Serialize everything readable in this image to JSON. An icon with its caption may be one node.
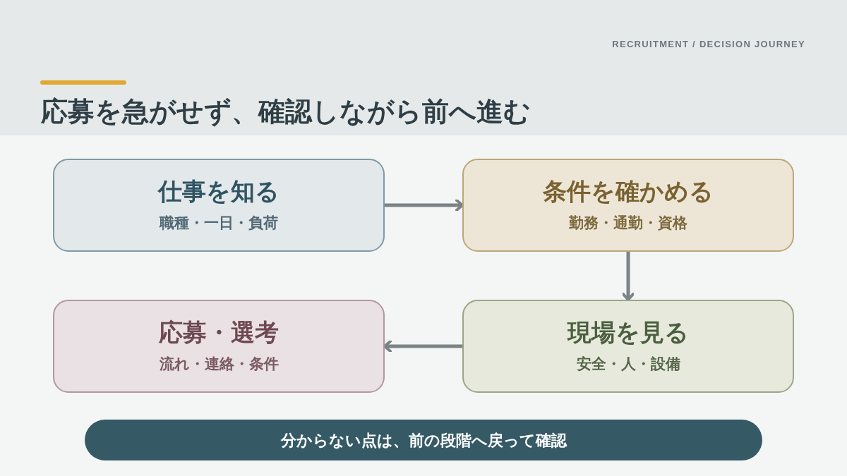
{
  "diagram": {
    "title": "応募を急がせず、確認しながら前へ進む",
    "nodes": [
      {
        "text": [
          "仕事を知る",
          "職種・一日・負荷"
        ]
      },
      {
        "text": [
          "条件を確かめる",
          "勤務・通勤・資格"
        ]
      },
      {
        "text": [
          "現場を見る",
          "安全・人・設備"
        ]
      },
      {
        "text": [
          "応募・選考",
          "流れ・連絡・条件"
        ]
      },
      {
        "text": [
          "分からない点は、前の段階へ戻って確認"
        ]
      }
    ],
    "edges": [
      {
        "from": 0,
        "to": 1,
        "arrow": "to"
      },
      {
        "from": 1,
        "to": 2,
        "arrow": "to"
      },
      {
        "from": 2,
        "to": 3,
        "arrow": "to"
      }
    ],
    "labels": [
      "RECRUITMENT / DECISION JOURNEY"
    ]
  }
}
